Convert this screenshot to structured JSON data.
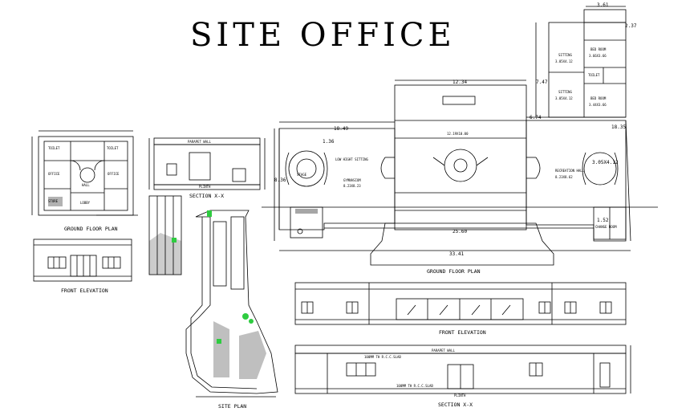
{
  "title": "SITE OFFICE",
  "small_plan": {
    "caption": "GROUND FLOOR PLAN",
    "room_labels": [
      "TOILET",
      "TOILET",
      "OFFICE",
      "OFFICE",
      "HALL",
      "STORE",
      "LOBBY"
    ]
  },
  "small_elevation": {
    "caption": "FRONT ELEVATION"
  },
  "small_section": {
    "caption": "SECTION X-X",
    "parapet": "PARAPET WALL",
    "plinth": "PLINTH"
  },
  "site_plan": {
    "caption": "SITE PLAN"
  },
  "main_plan": {
    "caption": "GROUND FLOOR PLAN",
    "labels": {
      "low_sitting_left": "LOW HIGHT SITTING",
      "gymnasium": "GYMNASIUM",
      "gymnasium_size": "8.23X8.23",
      "stage": "STAGE",
      "stage_size": "12.19X10.00",
      "recreation": "RECREATION HALL",
      "recreation_size": "8.23X8.62",
      "bed1": "BED ROOM",
      "bed1_size": "3.66X3.66",
      "sitting1": "SITTING",
      "sitting1_size": "3.05X4.12",
      "toilet": "TOILET",
      "sitting2": "SITTING",
      "sitting2_size": "3.05X4.12",
      "bed2": "BED ROOM",
      "bed2_size": "3.44X3.66",
      "change_room": "CHANGE ROOM"
    },
    "dims": {
      "top_right": "3.61",
      "right_top": "2.37",
      "left_vert": "7.47",
      "stage_width": "12.34",
      "left_offset": "18.49",
      "small_a": "1.36",
      "left_height": "8.36",
      "mid_right": "6.74",
      "right_mid": "18.35",
      "bottom_inner": "25.60",
      "bottom_outer": "33.41",
      "change_dim": "1.52"
    }
  },
  "front_elevation": {
    "caption": "FRONT ELEVATION"
  },
  "section": {
    "caption": "SECTION X-X",
    "parapet": "PARAPET WALL",
    "slab1": "100MM TH R.C.C.SLAB",
    "slab2": "100MM TH R.C.C.SLAB",
    "plinth": "PLINTH"
  }
}
